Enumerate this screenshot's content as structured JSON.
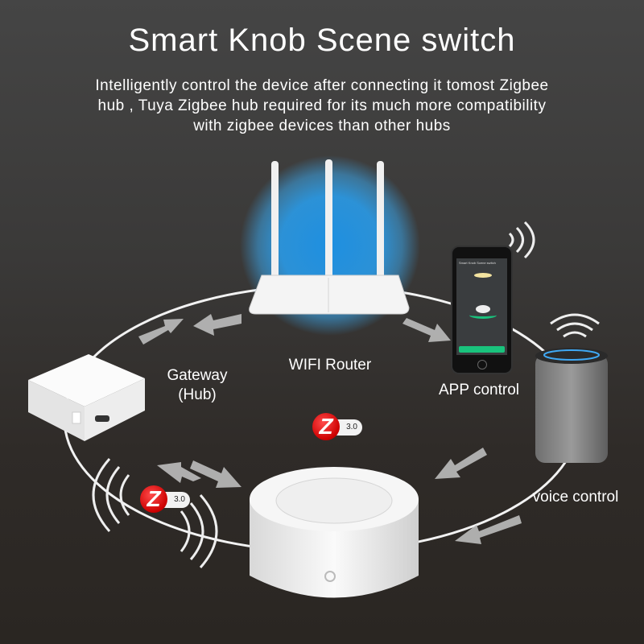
{
  "header": {
    "title": "Smart Knob Scene switch",
    "subtitle_lines": [
      "Intelligently control the device after connecting it tomost Zigbee",
      "hub , Tuya Zigbee hub required for its much more compatibility",
      "with zigbee devices than other hubs"
    ]
  },
  "labels": {
    "router": "WIFI Router",
    "gateway": "Gateway",
    "hub": "(Hub)",
    "app": "APP control",
    "voice": "voice control"
  },
  "phone": {
    "screen_title": "Smart Knob Scene switch"
  },
  "zigbee_badge": {
    "letter": "Z",
    "version": "3.0"
  },
  "colors": {
    "glow": "#1e8fe0",
    "zigbee_red": "#d01010",
    "arrow": "#bdbdbd",
    "app_green": "#19c37d"
  }
}
